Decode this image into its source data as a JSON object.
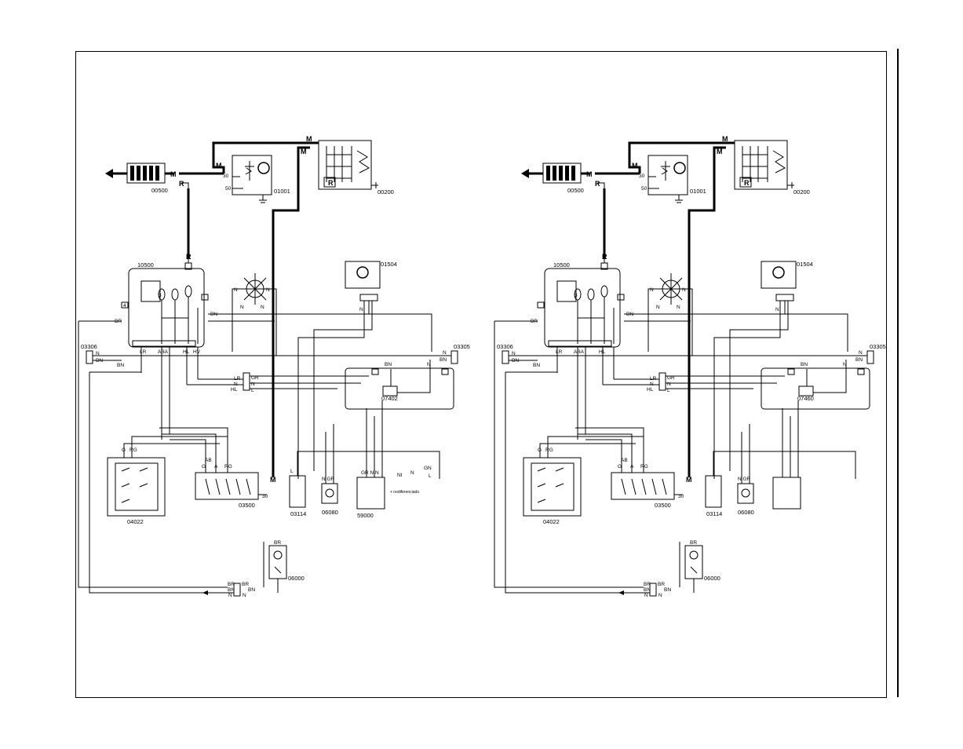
{
  "diagrams": [
    {
      "components": {
        "battery": "00500",
        "starter": "01001",
        "alternator": "00200",
        "ecu": "10500",
        "fan": "01504",
        "panel": "07402",
        "relaybox": "03500",
        "switch": "04022",
        "sensor": "03114",
        "lamp": "06080",
        "coil": "59000",
        "lamp2": "06000",
        "conn_left": "03306",
        "conn_right": "03305"
      },
      "extra_labels": {
        "nl": "NI",
        "n": "N",
        "grn": "GN",
        "l": "L",
        "nodif": "+ nodiferenciado"
      }
    },
    {
      "components": {
        "battery": "00500",
        "starter": "01001",
        "alternator": "00200",
        "ecu": "10500",
        "fan": "01504",
        "panel": "07460",
        "relaybox": "03500",
        "switch": "04022",
        "sensor": "03114",
        "lamp": "06080",
        "lamp2": "06000",
        "conn_left": "03306",
        "conn_right": "03305"
      }
    }
  ],
  "wire_labels": {
    "m": "M",
    "r": "R",
    "n": "N",
    "bn": "BN",
    "br": "BR",
    "lr": "LR",
    "aba": "ABA",
    "hl": "HL",
    "hv": "HV",
    "gr": "GR",
    "l": "L",
    "g": "G",
    "rg": "RG",
    "ab": "AB",
    "a": "A",
    "ngr": "N GR",
    "grnn": "GR N N",
    "t30": "30",
    "t50": "50",
    "r_box": "R",
    "n3": "3",
    "n4": "4"
  }
}
